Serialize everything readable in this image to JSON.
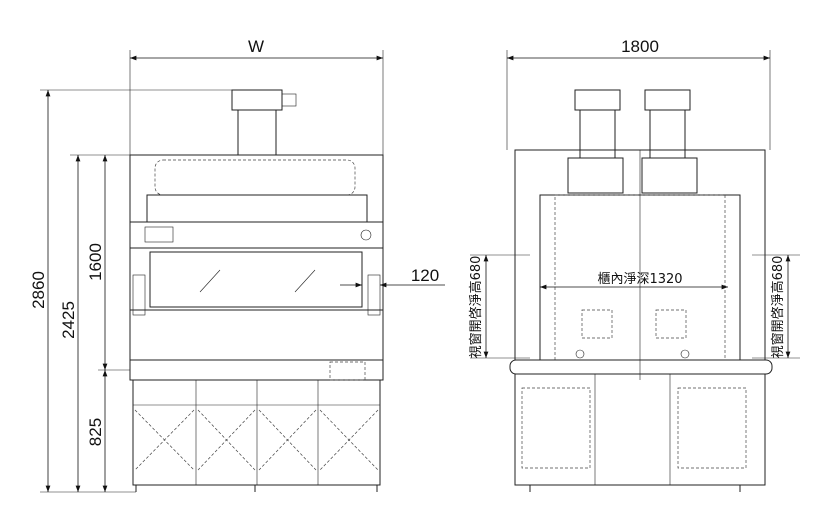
{
  "front_view": {
    "width_label": "W",
    "height_total": "2860",
    "height_body": "2425",
    "height_hood": "1600",
    "height_base": "825",
    "sash_offset": "120"
  },
  "side_view": {
    "width_label": "1800",
    "inner_depth": "櫃內淨深1320",
    "sash_opening_left": "視窗開啓淨高680",
    "sash_opening_right": "視窗開啓淨高680"
  }
}
